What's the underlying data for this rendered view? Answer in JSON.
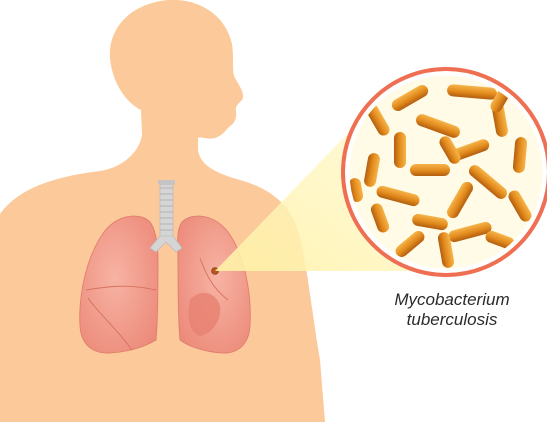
{
  "label": {
    "line1": "Mycobacterium",
    "line2": "tuberculosis"
  },
  "colors": {
    "skin": "#fcc99a",
    "lung": "#f4a08e",
    "lung_dark": "#e67f70",
    "trachea": "#d9d9d9",
    "circle_border": "#ef6f52",
    "bacteria": "#e69a2a",
    "zoom_beam": "#fff6b8"
  },
  "icons": [
    "human-silhouette",
    "lungs",
    "trachea",
    "bacteria-magnified"
  ]
}
